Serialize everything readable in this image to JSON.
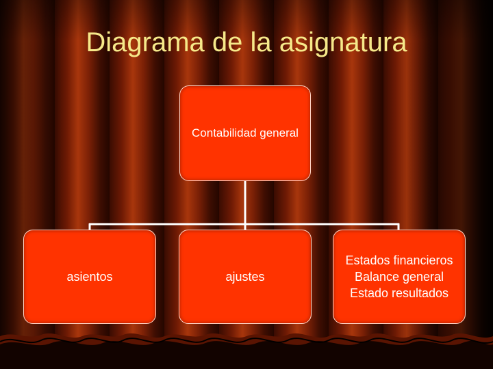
{
  "slide": {
    "title": "Diagrama de la asignatura"
  },
  "diagram": {
    "root": {
      "label": "Contabilidad general"
    },
    "children": [
      {
        "lines": [
          "asientos"
        ]
      },
      {
        "lines": [
          "ajustes"
        ]
      },
      {
        "lines": [
          "Estados financieros",
          "Balance general",
          "Estado resultados"
        ]
      }
    ]
  },
  "colors": {
    "node_fill": "#ff3300",
    "node_border": "#ffd6c8",
    "title_text": "#f6e98a",
    "connector": "#ffffff"
  }
}
